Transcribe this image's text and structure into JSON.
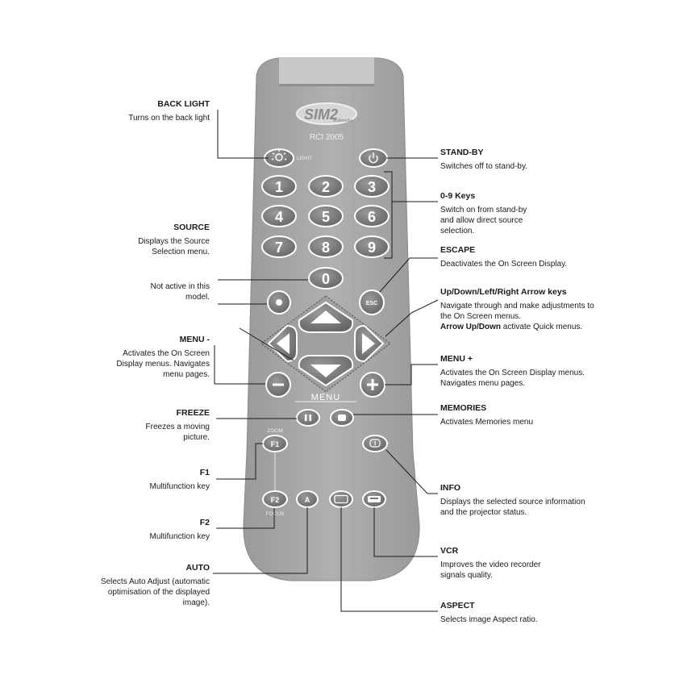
{
  "remote": {
    "brand": "SIM2",
    "brand_sub": "Multimedia",
    "model": "RCI 2005",
    "light_label": "LIGHT",
    "zoom_label": "ZOOM",
    "focus_label": "FOCUS",
    "menu_label": "MENU",
    "keys": {
      "k1": "1",
      "k2": "2",
      "k3": "3",
      "k4": "4",
      "k5": "5",
      "k6": "6",
      "k7": "7",
      "k8": "8",
      "k9": "9",
      "k0": "0",
      "esc": "ESC",
      "f1": "F1",
      "f2": "F2",
      "auto": "A"
    }
  },
  "labels": {
    "back_light": {
      "title": "BACK LIGHT",
      "desc": "Turns on the back light"
    },
    "source": {
      "title": "SOURCE",
      "desc": "Displays the Source Selection menu."
    },
    "not_active": {
      "desc": "Not active in this model."
    },
    "menu_minus": {
      "title": "MENU -",
      "desc": "Activates  the On Screen Display menus. Navigates menu pages."
    },
    "freeze": {
      "title": "FREEZE",
      "desc": "Freezes a moving picture."
    },
    "f1": {
      "title": "F1",
      "desc": "Multifunction key"
    },
    "f2": {
      "title": "F2",
      "desc": "Multifunction key"
    },
    "auto": {
      "title": "AUTO",
      "desc": "Selects Auto Adjust (automatic optimisation of the displayed image)."
    },
    "stand_by": {
      "title": "STAND-BY",
      "desc": "Switches off to stand-by."
    },
    "keys_09": {
      "title": "0-9 Keys",
      "desc": "Switch on from stand-by and allow direct source selection."
    },
    "escape": {
      "title": "ESCAPE",
      "desc": "Deactivates the On Screen Display."
    },
    "arrows": {
      "title": "Up/Down/Left/Right Arrow keys",
      "desc": "Navigate through and make adjustments to the On Screen menus.",
      "bold": "Arrow Up/Down",
      "desc2": " activate Quick menus."
    },
    "menu_plus": {
      "title": "MENU +",
      "desc": "Activates  the On Screen Display menus. Navigates menu pages."
    },
    "memories": {
      "title": "MEMORIES",
      "desc": "Activates  Memories menu"
    },
    "info": {
      "title": "INFO",
      "desc": "Displays the selected source information and the projector status."
    },
    "vcr": {
      "title": "VCR",
      "desc": "Improves the video recorder signals quality."
    },
    "aspect": {
      "title": "ASPECT",
      "desc": "Selects image Aspect ratio."
    }
  },
  "colors": {
    "body": "#a9a9a9",
    "button": "#7a7a7a",
    "button_dark": "#5e5e5e",
    "outline": "#ffffff"
  }
}
